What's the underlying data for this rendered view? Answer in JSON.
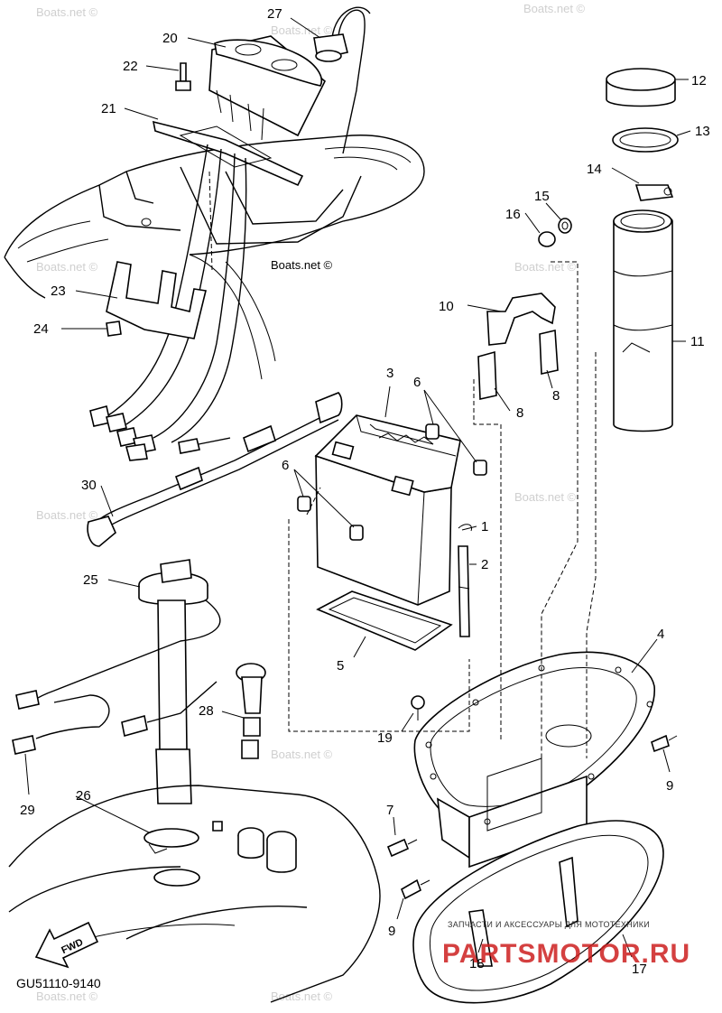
{
  "diagram_code": "GU51110-9140",
  "watermark_text": "Boats.net ©",
  "fwd_label": "FWD",
  "shop_watermark": {
    "caption": "ЗАПЧАСТИ И АКСЕССУАРЫ ДЛЯ МОТОТЕХНИКИ",
    "name": "PARTSMOTOR.RU"
  },
  "callouts": [
    {
      "id": "c1",
      "text": "1"
    },
    {
      "id": "c2",
      "text": "2"
    },
    {
      "id": "c3",
      "text": "3"
    },
    {
      "id": "c4",
      "text": "4"
    },
    {
      "id": "c5",
      "text": "5"
    },
    {
      "id": "c6a",
      "text": "6"
    },
    {
      "id": "c6b",
      "text": "6"
    },
    {
      "id": "c7",
      "text": "7"
    },
    {
      "id": "c8a",
      "text": "8"
    },
    {
      "id": "c8b",
      "text": "8"
    },
    {
      "id": "c9a",
      "text": "9"
    },
    {
      "id": "c9b",
      "text": "9"
    },
    {
      "id": "c10",
      "text": "10"
    },
    {
      "id": "c11",
      "text": "11"
    },
    {
      "id": "c12",
      "text": "12"
    },
    {
      "id": "c13",
      "text": "13"
    },
    {
      "id": "c14",
      "text": "14"
    },
    {
      "id": "c15",
      "text": "15"
    },
    {
      "id": "c16",
      "text": "16"
    },
    {
      "id": "c17",
      "text": "17"
    },
    {
      "id": "c18",
      "text": "18"
    },
    {
      "id": "c19",
      "text": "19"
    },
    {
      "id": "c20",
      "text": "20"
    },
    {
      "id": "c21",
      "text": "21"
    },
    {
      "id": "c22",
      "text": "22"
    },
    {
      "id": "c23",
      "text": "23"
    },
    {
      "id": "c24",
      "text": "24"
    },
    {
      "id": "c25",
      "text": "25"
    },
    {
      "id": "c26",
      "text": "26"
    },
    {
      "id": "c27",
      "text": "27"
    },
    {
      "id": "c28",
      "text": "28"
    },
    {
      "id": "c29",
      "text": "29"
    },
    {
      "id": "c30",
      "text": "30"
    }
  ]
}
